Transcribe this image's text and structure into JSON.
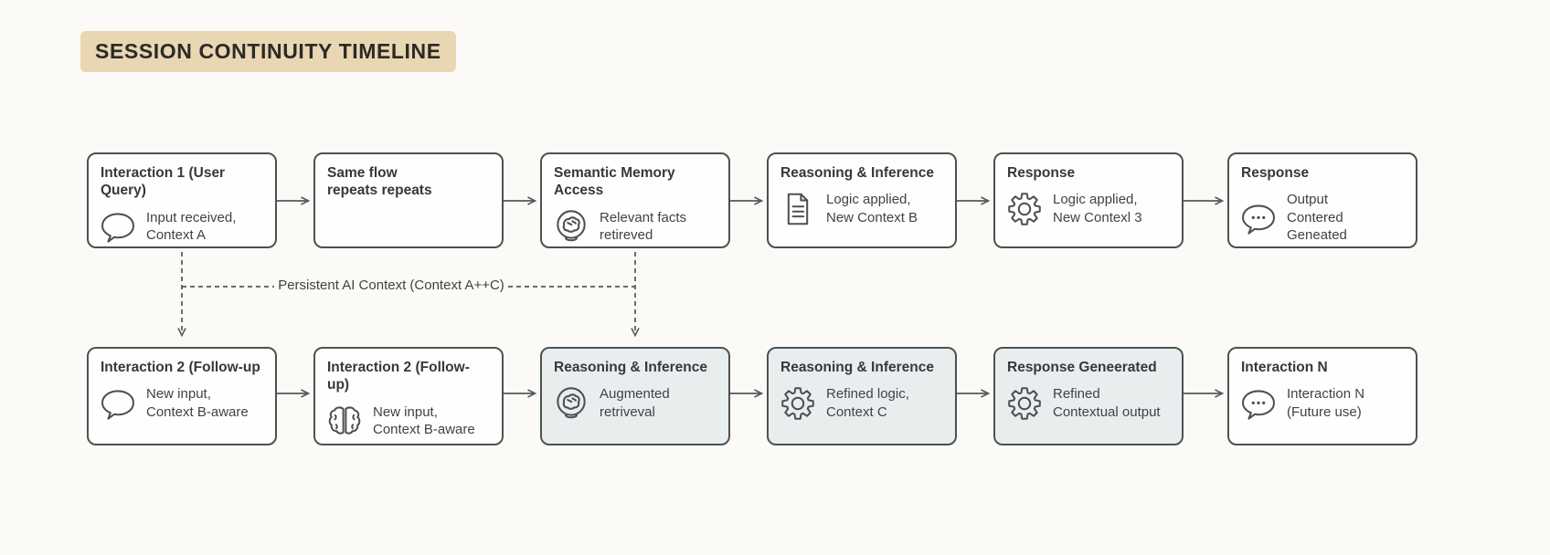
{
  "header": {
    "title": "SESSION CONTINUITY TIMELINE"
  },
  "connector": {
    "label": "Persistent AI Context (Context A++C)"
  },
  "colors": {
    "title_bg": "#e9d6b2",
    "box_border": "#4d5154",
    "box_fill": "#fffefd",
    "box_tint": "#e8eeee",
    "line": "#54585a",
    "background": "#fbfaf7"
  },
  "flow": {
    "top_row": [
      {
        "title": "Interaction 1 (User Query)",
        "icon": "speech-bubble-icon",
        "description": "Input received,\nContext A",
        "highlighted": false
      },
      {
        "title": "Same flow\nrepeats repeats",
        "icon": "",
        "description": "",
        "highlighted": false
      },
      {
        "title": "Semantic Memory Access",
        "icon": "brain-head-icon",
        "description": "Relevant facts\nretireved",
        "highlighted": false
      },
      {
        "title": "Reasoning & Inference",
        "icon": "document-icon",
        "description": "Logic applied,\nNew Context B",
        "highlighted": false
      },
      {
        "title": "Response",
        "icon": "gear-icon",
        "description": "Logic applied,\nNew Contexl 3",
        "highlighted": false
      },
      {
        "title": "Response",
        "icon": "speech-ellipsis-icon",
        "description": "Output\nContered Geneated",
        "highlighted": false
      }
    ],
    "bottom_row": [
      {
        "title": "Interaction 2 (Follow-up",
        "icon": "speech-bubble-icon",
        "description": "New input,\nContext B-aware",
        "highlighted": false
      },
      {
        "title": "Interaction 2 (Follow-up)",
        "icon": "brain-icon",
        "description": "New input,\nContext B-aware",
        "highlighted": false
      },
      {
        "title": "Reasoning & Inference",
        "icon": "brain-head-icon",
        "description": "Augmented\nretriveval",
        "highlighted": true
      },
      {
        "title": "Reasoning & Inference",
        "icon": "gear-icon",
        "description": "Refined logic,\nContext C",
        "highlighted": true
      },
      {
        "title": "Response Geneerated",
        "icon": "gear-icon",
        "description": "Refined\nContextual output",
        "highlighted": true
      },
      {
        "title": "Interaction N",
        "icon": "speech-ellipsis-icon",
        "description": "Interaction N\n(Future use)",
        "highlighted": false
      }
    ],
    "dashed_links": [
      "Interaction 1 (User Query) → Interaction 2 (Follow-up",
      "Semantic Memory Access → Reasoning & Inference"
    ]
  }
}
